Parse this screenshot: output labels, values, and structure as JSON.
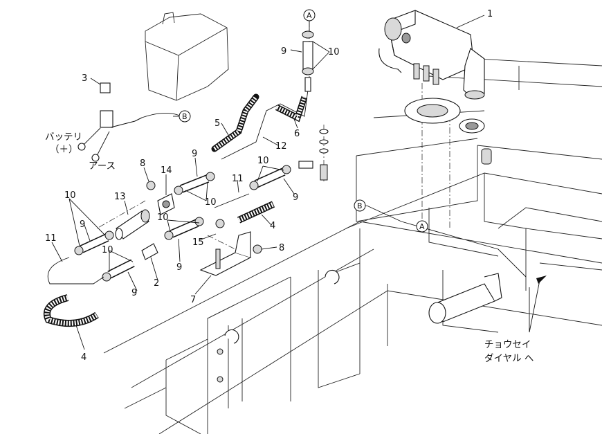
{
  "diagram": {
    "part_numbers": {
      "p1": "1",
      "p2": "2",
      "p3": "3",
      "p4a": "4",
      "p4b": "4",
      "p5": "5",
      "p6": "6",
      "p7": "7",
      "p8a": "8",
      "p8b": "8",
      "p9a": "9",
      "p9b": "9",
      "p9c": "9",
      "p9d": "9",
      "p9e": "9",
      "p9f": "9",
      "p10a": "10",
      "p10b": "10",
      "p10c": "10",
      "p10d": "10",
      "p10e": "10",
      "p10f": "10",
      "p11a": "11",
      "p11b": "11",
      "p12": "12",
      "p13": "13",
      "p14": "14",
      "p15": "15"
    },
    "references": {
      "a_top": "A",
      "a_bottom": "A",
      "b_left": "B",
      "b_right": "B"
    },
    "text": {
      "battery": "バッテリ",
      "battery_plus": "（＋）",
      "earth": "アース",
      "adjust_line1": "チョウセイ",
      "adjust_line2": "ダイヤル へ"
    },
    "colors": {
      "ink": "#111111",
      "part_fill": "#d9d9d9",
      "shade": "#9a9a9a"
    }
  }
}
